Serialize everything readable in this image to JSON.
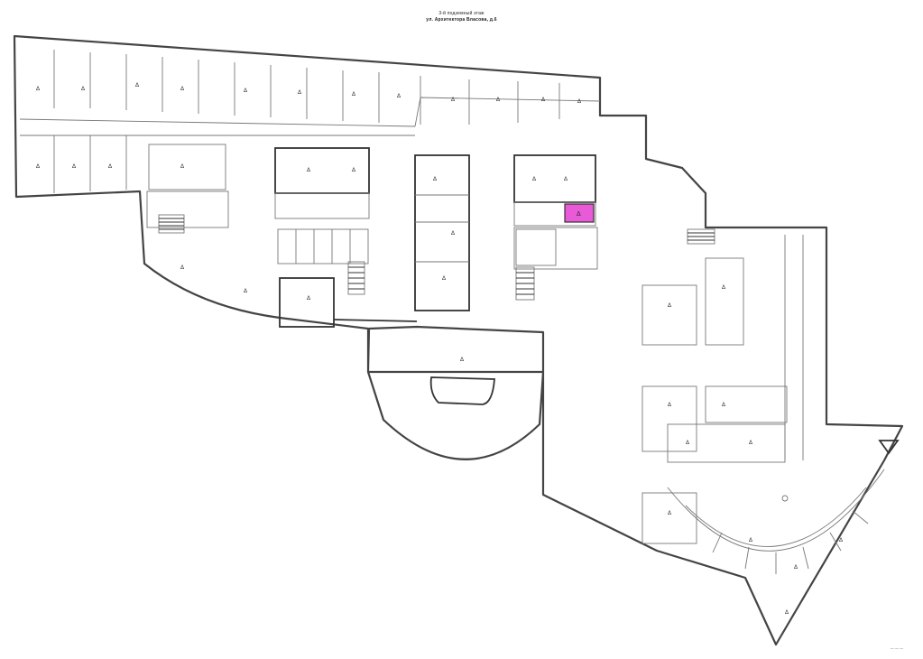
{
  "header": {
    "line1": "3-й подземный этаж",
    "line2": "ул. Архитектора Власова, д.6"
  },
  "highlight": {
    "name": "selected-parking-space",
    "color": "#e85ad8",
    "label": "Δ"
  },
  "colors": {
    "wall": "#444444",
    "background": "#ffffff"
  },
  "scale_label": "— — —"
}
